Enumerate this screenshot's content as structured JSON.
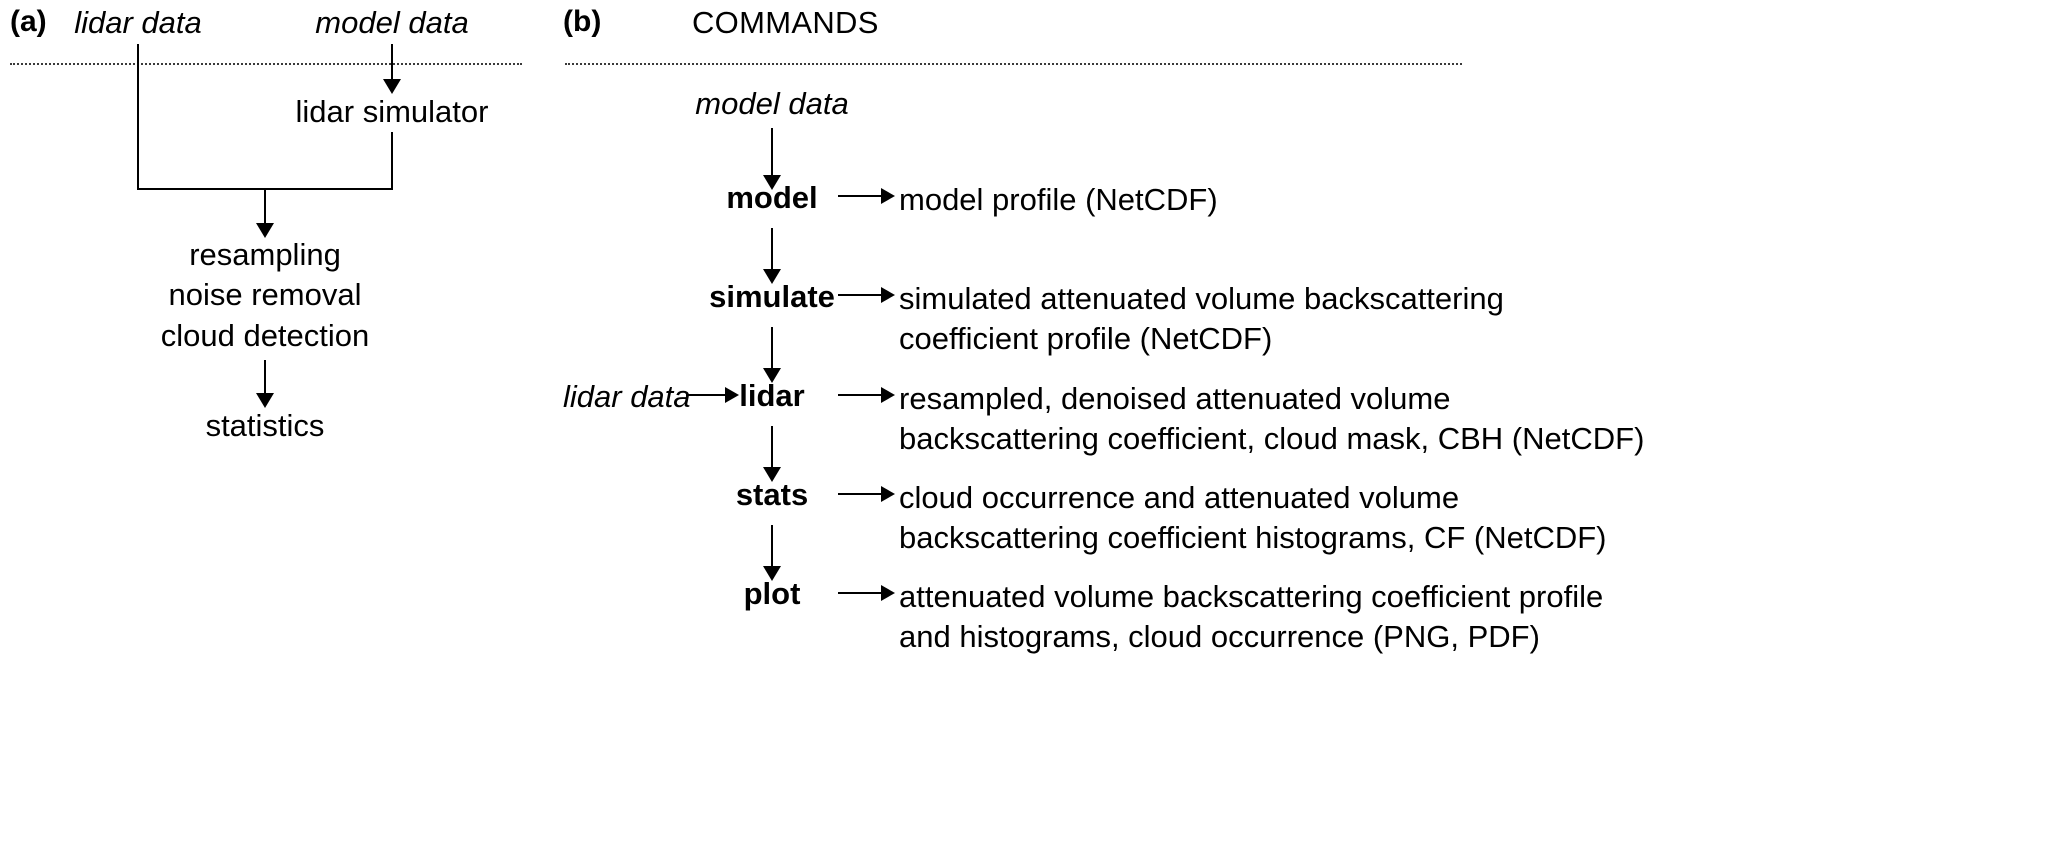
{
  "figure": {
    "panels": [
      {
        "id": "a",
        "label": "(a)",
        "title": "",
        "inputs": [
          {
            "name": "lidar-data",
            "text": "lidar data"
          },
          {
            "name": "model-data",
            "text": "model data"
          }
        ],
        "stages": [
          {
            "name": "lidar-simulator",
            "text": "lidar simulator"
          },
          {
            "name": "resampling",
            "text": "resampling"
          },
          {
            "name": "noise-removal",
            "text": "noise removal"
          },
          {
            "name": "cloud-detection",
            "text": "cloud detection"
          },
          {
            "name": "statistics",
            "text": "statistics"
          }
        ]
      },
      {
        "id": "b",
        "label": "(b)",
        "title": "COMMANDS",
        "input": {
          "name": "model-data",
          "text": "model data"
        },
        "side_input": {
          "name": "lidar-data",
          "text": "lidar data"
        },
        "commands": [
          {
            "name": "model",
            "label": "model",
            "output_lines": [
              "model  profile (NetCDF)"
            ]
          },
          {
            "name": "simulate",
            "label": "simulate",
            "output_lines": [
              "simulated attenuated volume backscattering",
              "coefficient profile (NetCDF)"
            ]
          },
          {
            "name": "lidar",
            "label": "lidar",
            "output_lines": [
              "resampled, denoised attenuated volume",
              "backscattering coefficient, cloud mask, CBH (NetCDF)"
            ]
          },
          {
            "name": "stats",
            "label": "stats",
            "output_lines": [
              "cloud occurrence and attenuated volume",
              "backscattering coefficient histograms, CF (NetCDF)"
            ]
          },
          {
            "name": "plot",
            "label": "plot",
            "output_lines": [
              "attenuated volume backscattering coefficient profile",
              "and histograms, cloud occurrence (PNG, PDF)"
            ]
          }
        ]
      }
    ],
    "colors": {
      "ink": "#000000",
      "separator": "#3a3a3a",
      "background": "#ffffff"
    }
  }
}
